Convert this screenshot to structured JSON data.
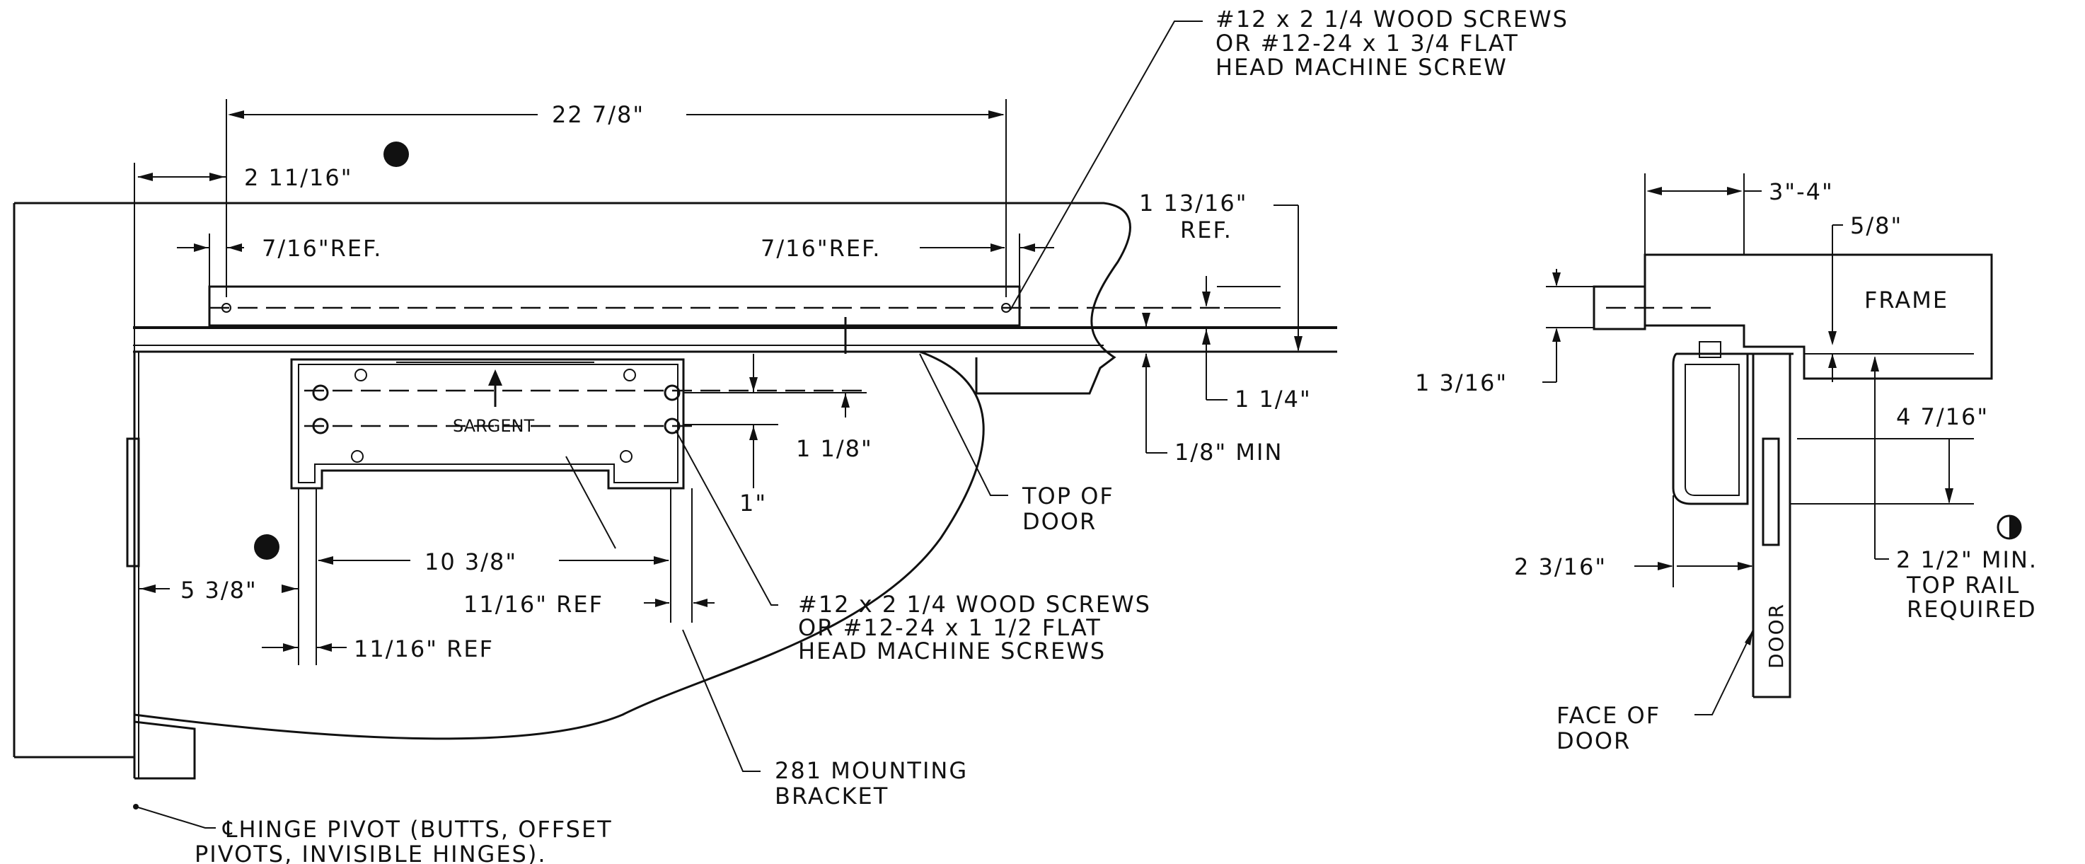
{
  "labels": {
    "screws_top_1": "#12 x 2 1/4 WOOD SCREWS",
    "screws_top_2": "OR #12-24 x 1 3/4 FLAT",
    "screws_top_3": "HEAD MACHINE SCREW",
    "dim_22_7_8": "22 7/8\"",
    "dim_2_11_16": "2 11/16\"",
    "dim_7_16_ref_left": "7/16\"REF.",
    "dim_7_16_ref_right": "7/16\"REF.",
    "dim_1_13_16": "1 13/16\"",
    "dim_1_13_16_ref": "REF.",
    "dim_1_1_4": "1 1/4\"",
    "dim_1_8_min": "1/8\" MIN",
    "dim_1_1_8": "1 1/8\"",
    "dim_1": "1\"",
    "brand": "SARGENT",
    "top_of_door_1": "TOP OF",
    "top_of_door_2": "DOOR",
    "dim_10_3_8": "10 3/8\"",
    "dim_5_3_8": "5 3/8\"",
    "dim_11_16_ref_a": "11/16\" REF",
    "dim_11_16_ref_b": "11/16\" REF",
    "screws_mid_1": "#12 x 2 1/4 WOOD SCREWS",
    "screws_mid_2": "OR #12-24 x 1 1/2 FLAT",
    "screws_mid_3": "HEAD MACHINE SCREWS",
    "bracket_1": "281 MOUNTING",
    "bracket_2": "BRACKET",
    "hinge_1": "℄HINGE PIVOT (BUTTS, OFFSET",
    "hinge_2": "PIVOTS, INVISIBLE HINGES).",
    "dim_3_4": "3\"-4\"",
    "dim_5_8": "5/8\"",
    "frame": "FRAME",
    "dim_1_3_16": "1 3/16\"",
    "dim_4_7_16": "4 7/16\"",
    "dim_2_3_16": "2 3/16\"",
    "rail_1": "2 1/2\" MIN.",
    "rail_2": "TOP RAIL",
    "rail_3": "REQUIRED",
    "door_vertical": "DOOR",
    "face_of_door_1": "FACE OF",
    "face_of_door_2": "DOOR"
  }
}
